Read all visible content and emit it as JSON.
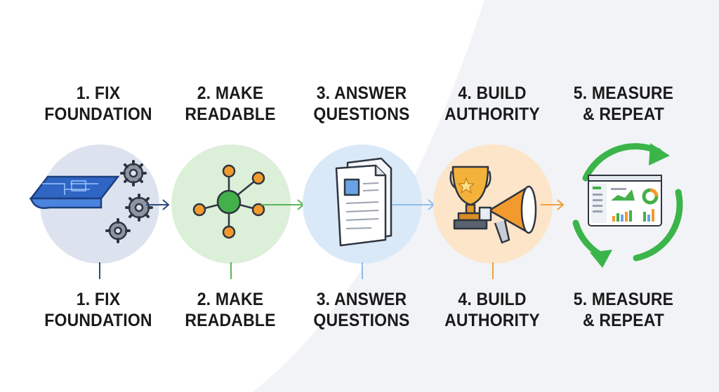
{
  "steps": [
    {
      "line1": "1. FIX",
      "line2": "FOUNDATION",
      "icon": "blueprint-gears-icon",
      "circle_color": "#dde3ee",
      "accent": "#2c4a7a"
    },
    {
      "line1": "2. MAKE",
      "line2": "READABLE",
      "icon": "network-nodes-icon",
      "circle_color": "#dcefd9",
      "accent": "#5bb55a"
    },
    {
      "line1": "3. ANSWER",
      "line2": "QUESTIONS",
      "icon": "document-icon",
      "circle_color": "#dae9f7",
      "accent": "#8fbde6"
    },
    {
      "line1": "4. BUILD",
      "line2": "AUTHORITY",
      "icon": "trophy-megaphone-icon",
      "circle_color": "#fde5c9",
      "accent": "#f0a23a"
    },
    {
      "line1": "5. MEASURE",
      "line2": "& REPEAT",
      "icon": "dashboard-cycle-icon",
      "circle_color": "#ffffff",
      "accent": "#3bb54a"
    }
  ]
}
